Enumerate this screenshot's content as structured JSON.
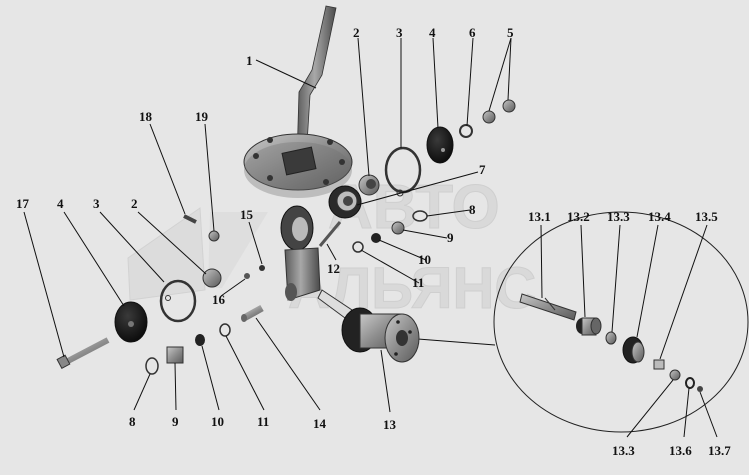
{
  "watermark": {
    "line1": "АВТО",
    "line2": "АЛЬЯНС"
  },
  "callouts": {
    "c1": "1",
    "c2a": "2",
    "c3a": "3",
    "c4a": "4",
    "c6": "6",
    "c5": "5",
    "c18": "18",
    "c19": "19",
    "c7": "7",
    "c8a": "8",
    "c9a": "9",
    "c10a": "10",
    "c15": "15",
    "c12": "12",
    "c11a": "11",
    "c17": "17",
    "c4b": "4",
    "c3b": "3",
    "c2b": "2",
    "c16": "16",
    "c8b": "8",
    "c9b": "9",
    "c10b": "10",
    "c11b": "11",
    "c14": "14",
    "c13": "13",
    "c13_1": "13.1",
    "c13_2": "13.2",
    "c13_3a": "13.3",
    "c13_4": "13.4",
    "c13_5": "13.5",
    "c13_3b": "13.3",
    "c13_6": "13.6",
    "c13_7": "13.7"
  }
}
